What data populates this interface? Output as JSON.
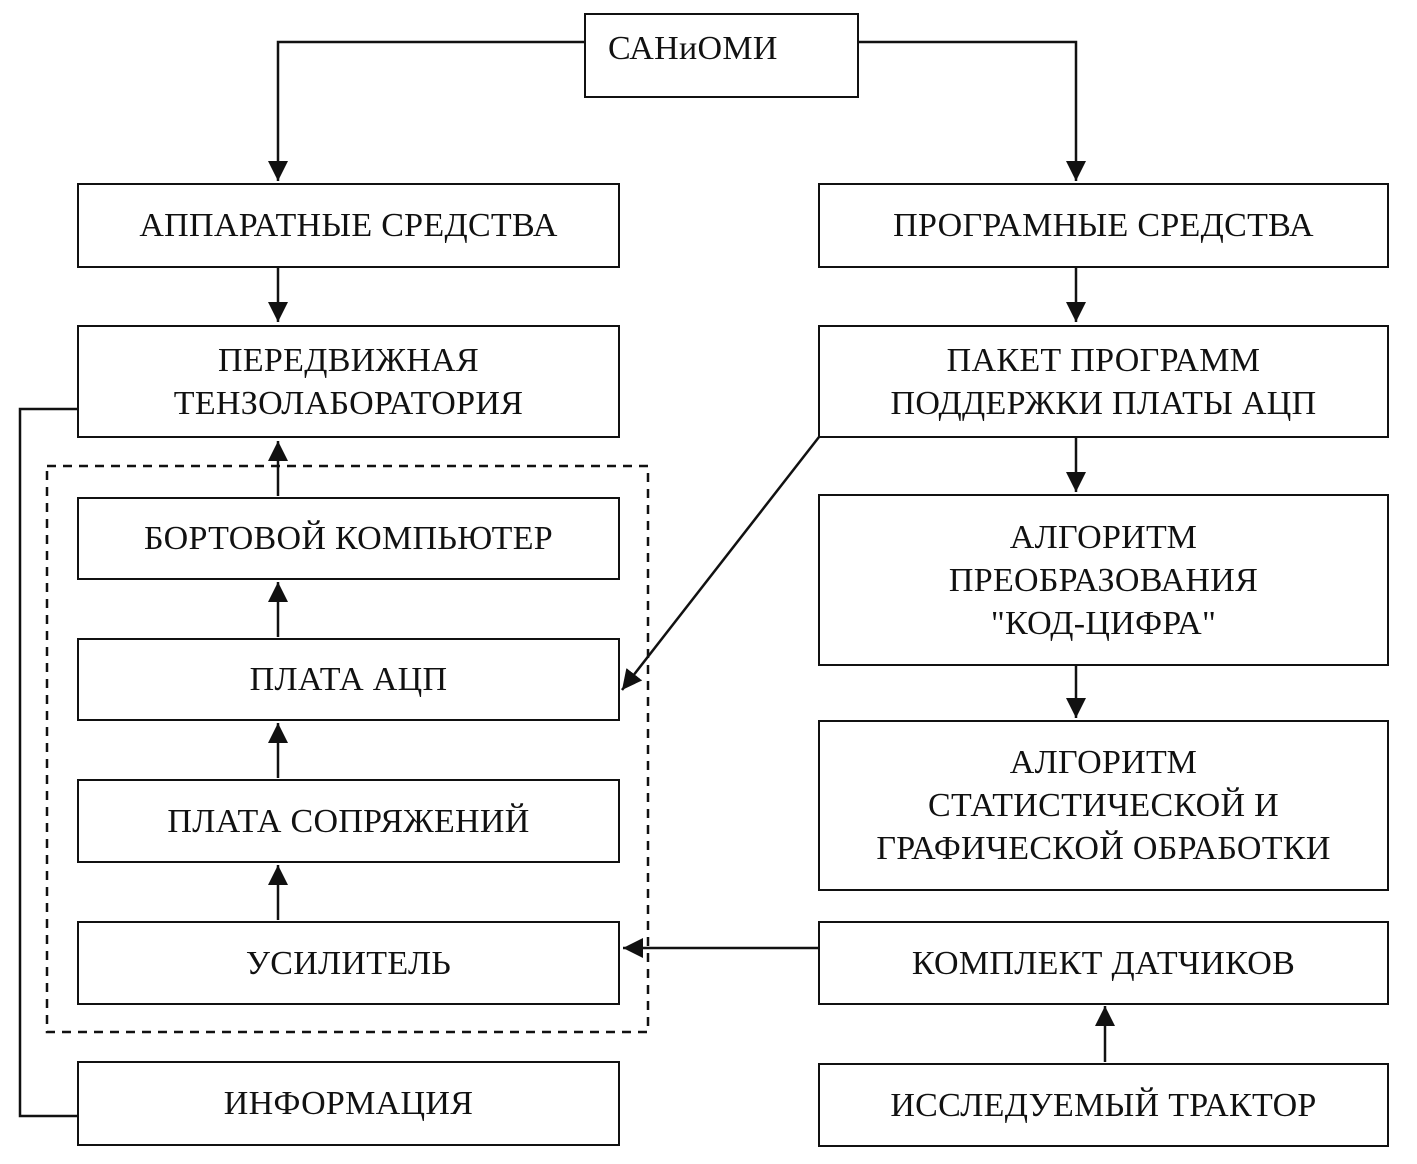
{
  "diagram": {
    "root": {
      "id": "sanioimi",
      "label": "САНиОМИ"
    },
    "hardware": {
      "header": "АППАРАТНЫЕ СРЕДСТВА",
      "mobile_lab": "ПЕРЕДВИЖНАЯ\nТЕНЗОЛАБОРАТОРИЯ",
      "group": {
        "style": "dashed",
        "items": {
          "onboard_computer": "БОРТОВОЙ КОМПЬЮТЕР",
          "adc_board": "ПЛАТА АЦП",
          "interface_board": "ПЛАТА СОПРЯЖЕНИЙ",
          "amplifier": "УСИЛИТЕЛЬ"
        }
      },
      "information": "ИНФОРМАЦИЯ"
    },
    "software": {
      "header": "ПРОГРАМНЫЕ СРЕДСТВА",
      "adc_package": "ПАКЕТ ПРОГРАММ\nПОДДЕРЖКИ ПЛАТЫ АЦП",
      "conversion_algorithm": "АЛГОРИТМ\nПРЕОБРАЗОВАНИЯ\n\"КОД-ЦИФРА\"",
      "stat_algorithm": "АЛГОРИТМ\nСТАТИСТИЧЕСКОЙ И\nГРАФИЧЕСКОЙ ОБРАБОТКИ",
      "sensor_kit": "КОМПЛЕКТ ДАТЧИКОВ",
      "tractor": "ИССЛЕДУЕМЫЙ ТРАКТОР"
    },
    "edges": [
      {
        "from": "САНиОМИ",
        "to": "АППАРАТНЫЕ СРЕДСТВА"
      },
      {
        "from": "САНиОМИ",
        "to": "ПРОГРАМНЫЕ СРЕДСТВА"
      },
      {
        "from": "АППАРАТНЫЕ СРЕДСТВА",
        "to": "ПЕРЕДВИЖНАЯ ТЕНЗОЛАБОРАТОРИЯ"
      },
      {
        "from": "ПРОГРАМНЫЕ СРЕДСТВА",
        "to": "ПАКЕТ ПРОГРАММ ПОДДЕРЖКИ ПЛАТЫ АЦП"
      },
      {
        "from": "ПАКЕТ ПРОГРАММ ПОДДЕРЖКИ ПЛАТЫ АЦП",
        "to": "АЛГОРИТМ ПРЕОБРАЗОВАНИЯ \"КОД-ЦИФРА\""
      },
      {
        "from": "АЛГОРИТМ ПРЕОБРАЗОВАНИЯ \"КОД-ЦИФРА\"",
        "to": "АЛГОРИТМ СТАТИСТИЧЕСКОЙ И ГРАФИЧЕСКОЙ ОБРАБОТКИ"
      },
      {
        "from": "ПАКЕТ ПРОГРАММ ПОДДЕРЖКИ ПЛАТЫ АЦП",
        "to": "ПЛАТА АЦП"
      },
      {
        "from": "УСИЛИТЕЛЬ",
        "to": "ПЛАТА СОПРЯЖЕНИЙ"
      },
      {
        "from": "ПЛАТА СОПРЯЖЕНИЙ",
        "to": "ПЛАТА АЦП"
      },
      {
        "from": "ПЛАТА АЦП",
        "to": "БОРТОВОЙ КОМПЬЮТЕР"
      },
      {
        "from": "БОРТОВОЙ КОМПЬЮТЕР",
        "to": "ПЕРЕДВИЖНАЯ ТЕНЗОЛАБОРАТОРИЯ"
      },
      {
        "from": "КОМПЛЕКТ ДАТЧИКОВ",
        "to": "УСИЛИТЕЛЬ"
      },
      {
        "from": "ИССЛЕДУЕМЫЙ ТРАКТОР",
        "to": "КОМПЛЕКТ ДАТЧИКОВ"
      },
      {
        "from": "ПЕРЕДВИЖНАЯ ТЕНЗОЛАБОРАТОРИЯ",
        "to": "ИНФОРМАЦИЯ",
        "style": "line"
      }
    ]
  }
}
